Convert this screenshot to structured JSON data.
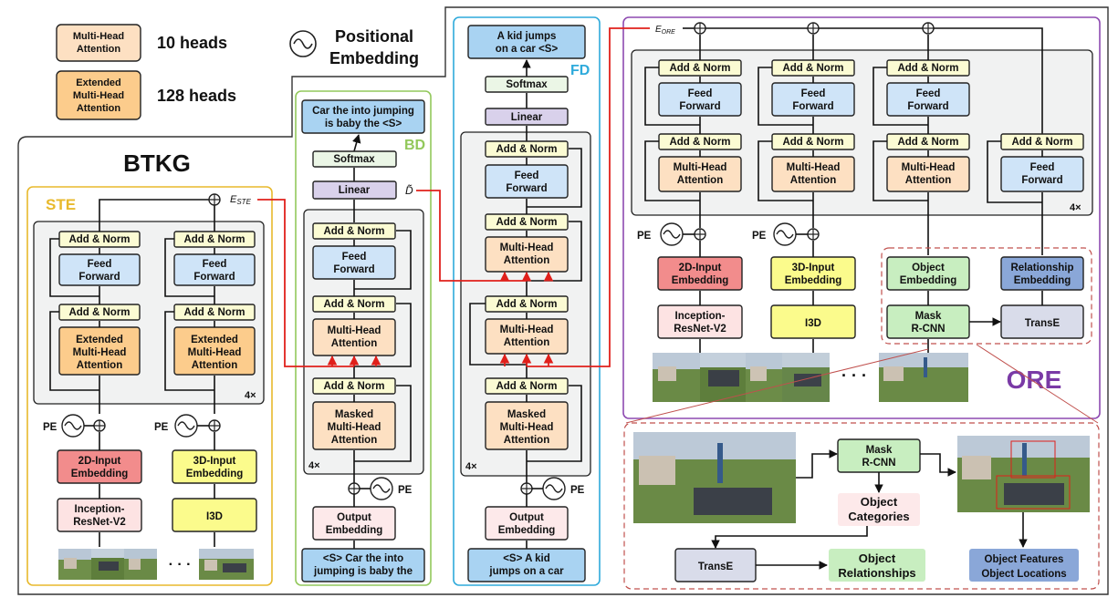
{
  "legend": {
    "mha_label": "Multi-Head Attention",
    "mha_heads": "10 heads",
    "emha_label": "Extended Multi-Head Attention",
    "emha_heads": "128 heads",
    "pe_label": "Positional Embedding"
  },
  "btkg": {
    "title": "BTKG",
    "ste_title": "STE",
    "ste_output": "E_STE",
    "add_norm": "Add & Norm",
    "feed_forward": "Feed Forward",
    "extended_mha": "Extended Multi-Head Attention",
    "layers": "4×",
    "pe": "PE",
    "embed_2d": "2D-Input Embedding",
    "embed_3d": "3D-Input Embedding",
    "inception": "Inception-ResNet-V2",
    "i3d": "I3D",
    "ellipsis": "· · ·"
  },
  "bd": {
    "title": "BD",
    "output_text": "Car the into jumping is baby the <S>",
    "softmax": "Softmax",
    "linear": "Linear",
    "d_tilde": "D̃",
    "add_norm": "Add & Norm",
    "feed_forward": "Feed Forward",
    "mha": "Multi-Head Attention",
    "masked_mha": "Masked Multi-Head Attention",
    "layers": "4×",
    "pe": "PE",
    "output_embedding": "Output Embedding",
    "input_text": "<S> Car the into jumping is baby the"
  },
  "fd": {
    "title": "FD",
    "output_text": "A kid jumps on a car <S>",
    "softmax": "Softmax",
    "linear": "Linear",
    "add_norm": "Add & Norm",
    "feed_forward": "Feed Forward",
    "mha": "Multi-Head Attention",
    "masked_mha": "Masked Multi-Head Attention",
    "layers": "4×",
    "pe": "PE",
    "output_embedding": "Output Embedding",
    "input_text": "<S> A kid jumps on a car"
  },
  "ore": {
    "title": "ORE",
    "output": "E_ORE",
    "add_norm": "Add & Norm",
    "feed_forward": "Feed Forward",
    "mha": "Multi-Head Attention",
    "layers": "4×",
    "pe": "PE",
    "embed_2d": "2D-Input Embedding",
    "embed_3d": "3D-Input Embedding",
    "object_embedding": "Object Embedding",
    "relationship_embedding": "Relationship Embedding",
    "inception": "Inception-ResNet-V2",
    "i3d": "I3D",
    "mask_rcnn": "Mask R-CNN",
    "transe": "TransE",
    "ellipsis": "· · ·"
  },
  "detail": {
    "mask_rcnn": "Mask R-CNN",
    "object_categories": "Object Categories",
    "transe": "TransE",
    "object_relationships": "Object Relationships",
    "object_features": "Object Features",
    "object_locations": "Object Locations"
  },
  "colors": {
    "attention": "#fde0c2",
    "extended_attention": "#fccc8c",
    "feed_forward": "#cfe4f8",
    "add_norm": "#fbfbd3",
    "embed_2d": "#f28c8c",
    "embed_3d": "#fbfb8c",
    "object_embedding": "#c8eec0",
    "relationship_embedding": "#8aa7d8",
    "linear": "#d9d1eb",
    "softmax": "#ebf6e6",
    "output_box": "#a9d3f2",
    "output_embedding": "#fde9ea",
    "inception": "#fde3e3",
    "ste_border": "#e8b92c",
    "bd_border": "#92c85b",
    "fd_border": "#2eaadb",
    "ore_border": "#8e4ab1",
    "ore_title": "#7a3aa6",
    "red_line": "#e0201b"
  }
}
